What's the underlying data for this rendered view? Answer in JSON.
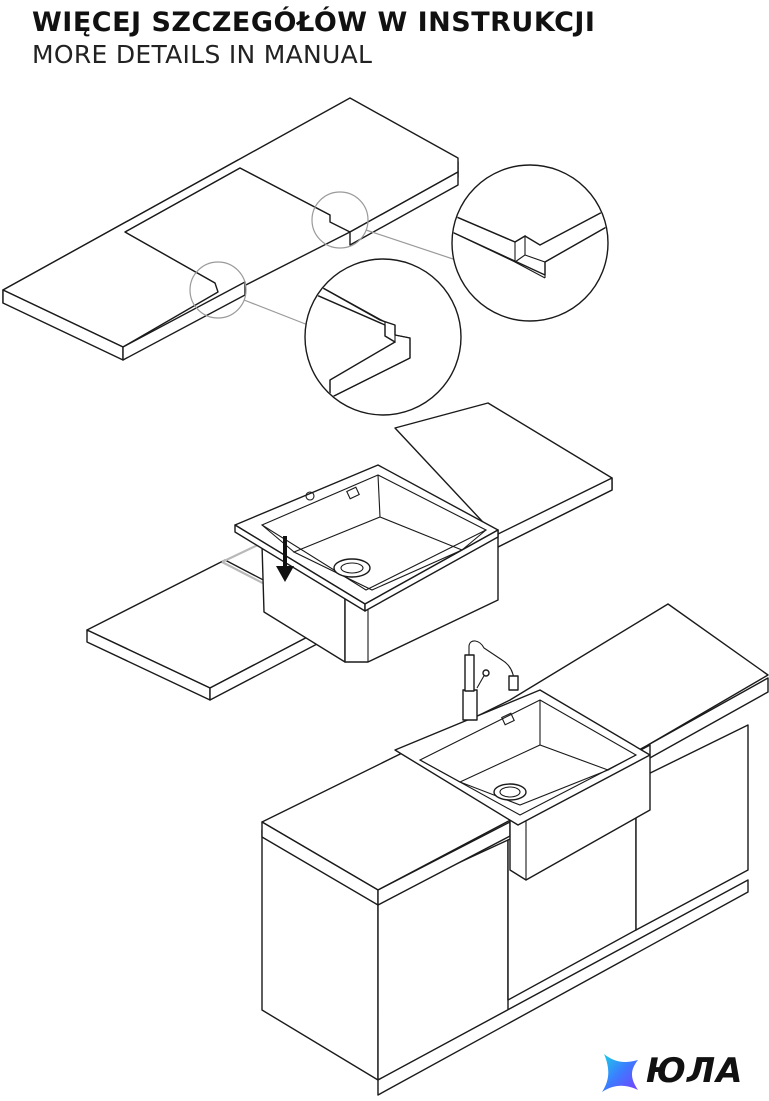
{
  "header": {
    "title_pl": "WIĘCEJ SZCZEGÓŁÓW W INSTRUKCJI",
    "title_en": "MORE DETAILS IN MANUAL"
  },
  "steps": [
    {
      "name": "cut-countertop"
    },
    {
      "name": "insert-sink"
    },
    {
      "name": "installed-sink"
    }
  ],
  "brand": {
    "logo_text": "ЮЛА",
    "logo_colors": [
      "#3d7bff",
      "#7a3cff",
      "#19d1e6"
    ]
  }
}
